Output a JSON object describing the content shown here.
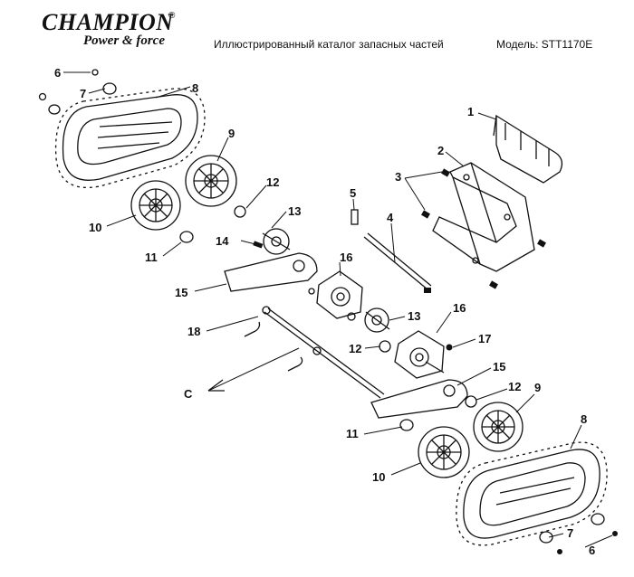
{
  "header": {
    "brand": "CHAMPION",
    "registered_mark": "®",
    "tagline": "Power & force",
    "catalog_title": "Иллюстрированный каталог запасных частей",
    "model_label": "Модель: STT1170E"
  },
  "direction_label": "C",
  "callouts": [
    {
      "id": "c1",
      "text": "1"
    },
    {
      "id": "c2",
      "text": "2"
    },
    {
      "id": "c3",
      "text": "3"
    },
    {
      "id": "c4",
      "text": "4"
    },
    {
      "id": "c5",
      "text": "5"
    },
    {
      "id": "c6a",
      "text": "6"
    },
    {
      "id": "c6b",
      "text": "6"
    },
    {
      "id": "c7a",
      "text": "7"
    },
    {
      "id": "c7b",
      "text": "7"
    },
    {
      "id": "c8a",
      "text": "8"
    },
    {
      "id": "c8b",
      "text": "8"
    },
    {
      "id": "c9a",
      "text": "9"
    },
    {
      "id": "c9b",
      "text": "9"
    },
    {
      "id": "c10a",
      "text": "10"
    },
    {
      "id": "c10b",
      "text": "10"
    },
    {
      "id": "c11a",
      "text": "11"
    },
    {
      "id": "c11b",
      "text": "11"
    },
    {
      "id": "c12a",
      "text": "12"
    },
    {
      "id": "c12b",
      "text": "12"
    },
    {
      "id": "c12c",
      "text": "12"
    },
    {
      "id": "c13a",
      "text": "13"
    },
    {
      "id": "c13b",
      "text": "13"
    },
    {
      "id": "c14",
      "text": "14"
    },
    {
      "id": "c15a",
      "text": "15"
    },
    {
      "id": "c15b",
      "text": "15"
    },
    {
      "id": "c16a",
      "text": "16"
    },
    {
      "id": "c16b",
      "text": "16"
    },
    {
      "id": "c17",
      "text": "17"
    },
    {
      "id": "c18",
      "text": "18"
    }
  ]
}
